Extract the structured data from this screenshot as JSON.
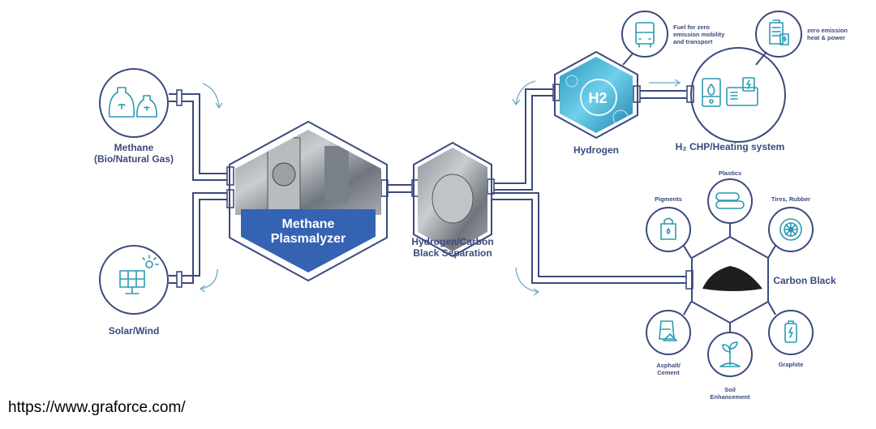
{
  "colors": {
    "line": "#3b4a7d",
    "icon": "#2a9ab3",
    "label_box": "#3563b3"
  },
  "inputs": {
    "methane": {
      "label_1": "Methane",
      "label_2": "(Bio/Natural Gas)",
      "icon": "gas-tanks-icon"
    },
    "solar": {
      "label": "Solar/Wind",
      "icon": "solar-panel-icon"
    }
  },
  "plasmalyzer": {
    "label_1": "Methane",
    "label_2": "Plasmalyzer"
  },
  "separation": {
    "label_1": "Hydrogen/Carbon",
    "label_2": "Black Separation"
  },
  "hydrogen": {
    "label": "Hydrogen",
    "symbol": "H2"
  },
  "chp": {
    "label": "H₂ CHP/Heating system",
    "icon": "boiler-generator-icon"
  },
  "hydrogen_uses": [
    {
      "lines": [
        "Fuel for zero",
        "emission mobility",
        "and transport"
      ],
      "icon": "truck-icon"
    },
    {
      "lines": [
        "zero emission",
        "heat & power"
      ],
      "icon": "building-power-icon"
    }
  ],
  "carbon_black": {
    "label": "Carbon Black"
  },
  "carbon_uses": {
    "plastics": {
      "lines": [
        "Plastics"
      ],
      "icon": "pipes-icon"
    },
    "pigments": {
      "lines": [
        "Pigments"
      ],
      "icon": "paint-bag-icon"
    },
    "tires": {
      "lines": [
        "Tires, Rubber"
      ],
      "icon": "tire-icon"
    },
    "asphalt": {
      "lines": [
        "Asphalt/",
        "Cement"
      ],
      "icon": "cement-bag-icon"
    },
    "soil": {
      "lines": [
        "Soil",
        "Enhancement"
      ],
      "icon": "sprout-icon"
    },
    "graphite": {
      "lines": [
        "Graphite"
      ],
      "icon": "battery-icon"
    }
  },
  "source_url": "https://www.graforce.com/"
}
